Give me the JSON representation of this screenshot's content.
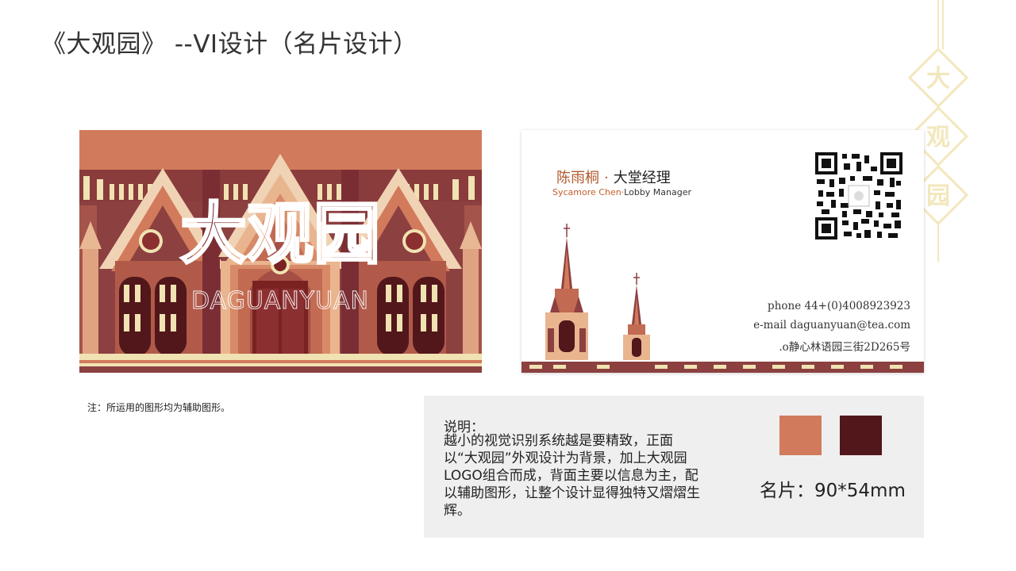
{
  "page": {
    "title": "《大观园》 --VI设计（名片设计）"
  },
  "front": {
    "logo_text": "大观园",
    "logo_sub": "DAGUANYUAN"
  },
  "back": {
    "name": "陈雨桐",
    "separator": "·",
    "role": "大堂经理",
    "name_en": "Sycamore Chen·",
    "role_en": "Lobby Manager",
    "phone": "phone 44+(0)4008923923",
    "email": "e-mail daguanyuan@tea.com",
    "address": ".o静心林语园三街2D265号"
  },
  "note": "注：所运用的图形均为辅助图形。",
  "description": {
    "title": "说明：",
    "text": "越小的视觉识别系统越是要精致，正面以“大观园”外观设计为背景，加上大观园LOGO组合而成，背面主要以信息为主，配以辅助图形，让整个设计显得独特又熠熠生辉。"
  },
  "colors": {
    "primary": "#d17b5c",
    "secondary": "#52171b",
    "accent_gold": "#f0e2b2"
  },
  "size_label": "名片：90*54mm",
  "deco_chars": [
    "大",
    "观",
    "园"
  ]
}
